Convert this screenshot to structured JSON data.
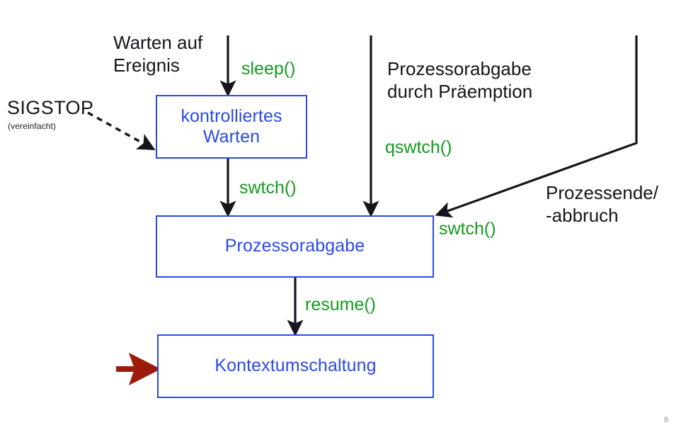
{
  "slide": {
    "page_number": "8",
    "background_color": "#ffffff"
  },
  "palette": {
    "node_blue": "#2b4ae8",
    "edge_black": "#14161c",
    "call_green": "#159a1f",
    "text_black": "#14161c",
    "highlight_red": "#9e1b0b"
  },
  "nodes": [
    {
      "id": "kontrolliertes-warten",
      "label": "kontrolliertes\nWarten"
    },
    {
      "id": "prozessorabgabe",
      "label": "Prozessorabgabe"
    },
    {
      "id": "kontextumschaltung",
      "label": "Kontextumschaltung"
    }
  ],
  "annotations": {
    "warten_auf_ereignis": "Warten auf\nEreignis",
    "sigstop": "SIGSTOP",
    "sigstop_sub": "(vereinfacht)",
    "praemption": "Prozessorabgabe\ndurch Präemption",
    "prozessende": "Prozessende/\n-abbruch"
  },
  "calls": {
    "sleep": "sleep()",
    "qswtch": "qswtch()",
    "swtch_from_waiting": "swtch()",
    "swtch_from_termination": "swtch()",
    "resume": "resume()"
  },
  "edges": [
    {
      "name": "sleep-edge",
      "from": "warten-auf-ereignis",
      "to": "kontrolliertes-warten",
      "call": "sleep()",
      "style": "solid-arrow"
    },
    {
      "name": "sigstop-edge",
      "from": "sigstop",
      "to": "kontrolliertes-warten",
      "call": "",
      "style": "dashed-arrow"
    },
    {
      "name": "swtch-edge",
      "from": "kontrolliertes-warten",
      "to": "prozessorabgabe",
      "call": "swtch()",
      "style": "solid-arrow"
    },
    {
      "name": "qswtch-edge",
      "from": "praemption",
      "to": "prozessorabgabe",
      "call": "qswtch()",
      "style": "solid-arrow"
    },
    {
      "name": "termination-edge",
      "from": "prozessende",
      "to": "prozessorabgabe",
      "call": "swtch()",
      "style": "solid-elbow-arrow"
    },
    {
      "name": "resume-edge",
      "from": "prozessorabgabe",
      "to": "kontextumschaltung",
      "call": "resume()",
      "style": "solid-arrow"
    },
    {
      "name": "focus-pointer-edge",
      "from": "",
      "to": "kontextumschaltung",
      "call": "",
      "style": "red-arrow"
    }
  ]
}
